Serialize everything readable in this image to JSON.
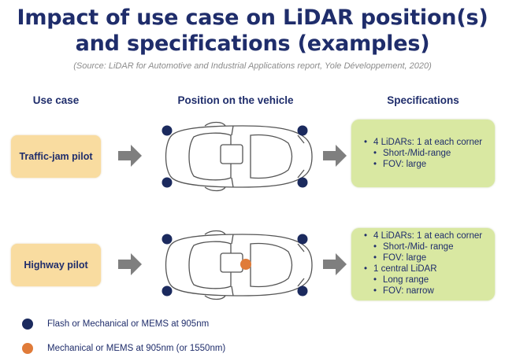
{
  "title_line1": "Impact of use case on LiDAR position(s)",
  "title_line2": "and specifications (examples)",
  "source": "(Source: LiDAR for Automotive and Industrial Applications report, Yole Développement, 2020)",
  "columns": {
    "use_case": "Use case",
    "position": "Position on the vehicle",
    "specifications": "Specifications"
  },
  "rows": [
    {
      "use_case": "Traffic-jam pilot",
      "spec_main": "4 LiDARs: 1 at each corner",
      "spec_sub": [
        "Short-/Mid-range",
        "FOV: large"
      ]
    },
    {
      "use_case": "Highway pilot",
      "spec_main": "4 LiDARs: 1 at each corner",
      "spec_sub": [
        "Short-/Mid- range",
        "FOV: large"
      ],
      "spec_main2": "1 central LiDAR",
      "spec_sub2": [
        "Long range",
        "FOV: narrow"
      ]
    }
  ],
  "legend": [
    {
      "label": "Flash or Mechanical or MEMS at 905nm",
      "color": "#1b2a5e"
    },
    {
      "label": "Mechanical or MEMS at 905nm (or 1550nm)",
      "color": "#e07b39"
    }
  ],
  "colors": {
    "title": "#1f2d6b",
    "use_case_box": "#f9dca0",
    "spec_box": "#d9e8a2",
    "arrow": "#7f7f7f"
  }
}
